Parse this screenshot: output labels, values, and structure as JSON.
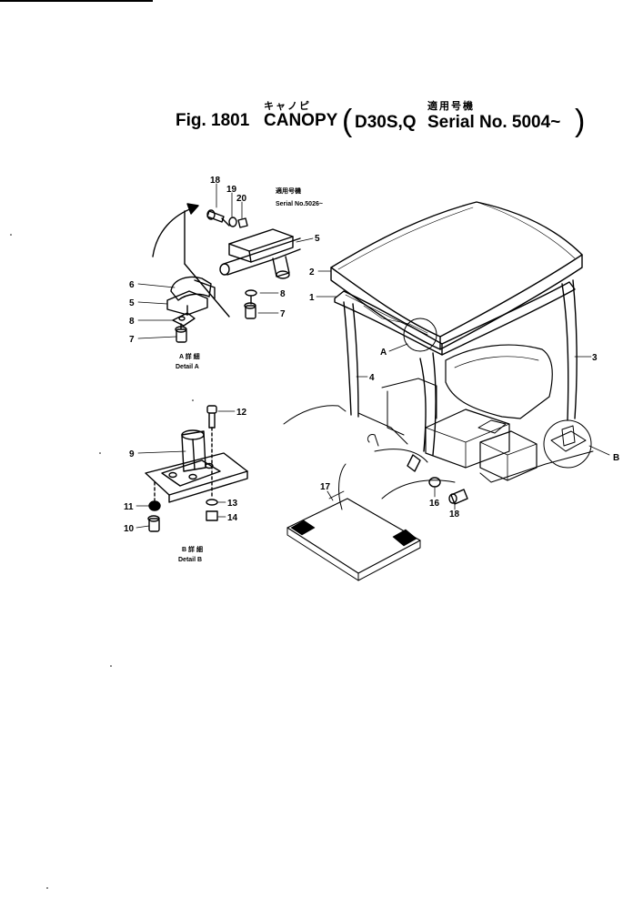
{
  "header": {
    "fig_label": "Fig. 1801",
    "name": "CANOPY",
    "name_kana": "キャノピ",
    "model": "D30S,Q",
    "serial_label": "Serial No. 5004~",
    "serial_kana": "適用号機"
  },
  "note": {
    "kana": "適用号機",
    "serial": "Serial No.5026~"
  },
  "details": {
    "a_kana": "A 詳 細",
    "a_label": "Detail A",
    "b_kana": "B 詳 細",
    "b_label": "Detail B"
  },
  "callouts": {
    "a": "A",
    "b": "B",
    "p1": "1",
    "p2": "2",
    "p3": "3",
    "p4": "4",
    "p5": "5",
    "p5b": "5",
    "p6": "6",
    "p7": "7",
    "p7b": "7",
    "p8": "8",
    "p8b": "8",
    "p9": "9",
    "p10": "10",
    "p11": "11",
    "p12": "12",
    "p13": "13",
    "p14": "14",
    "p16": "16",
    "p17": "17",
    "p18": "18",
    "p18b": "18",
    "p19": "19",
    "p20": "20"
  }
}
